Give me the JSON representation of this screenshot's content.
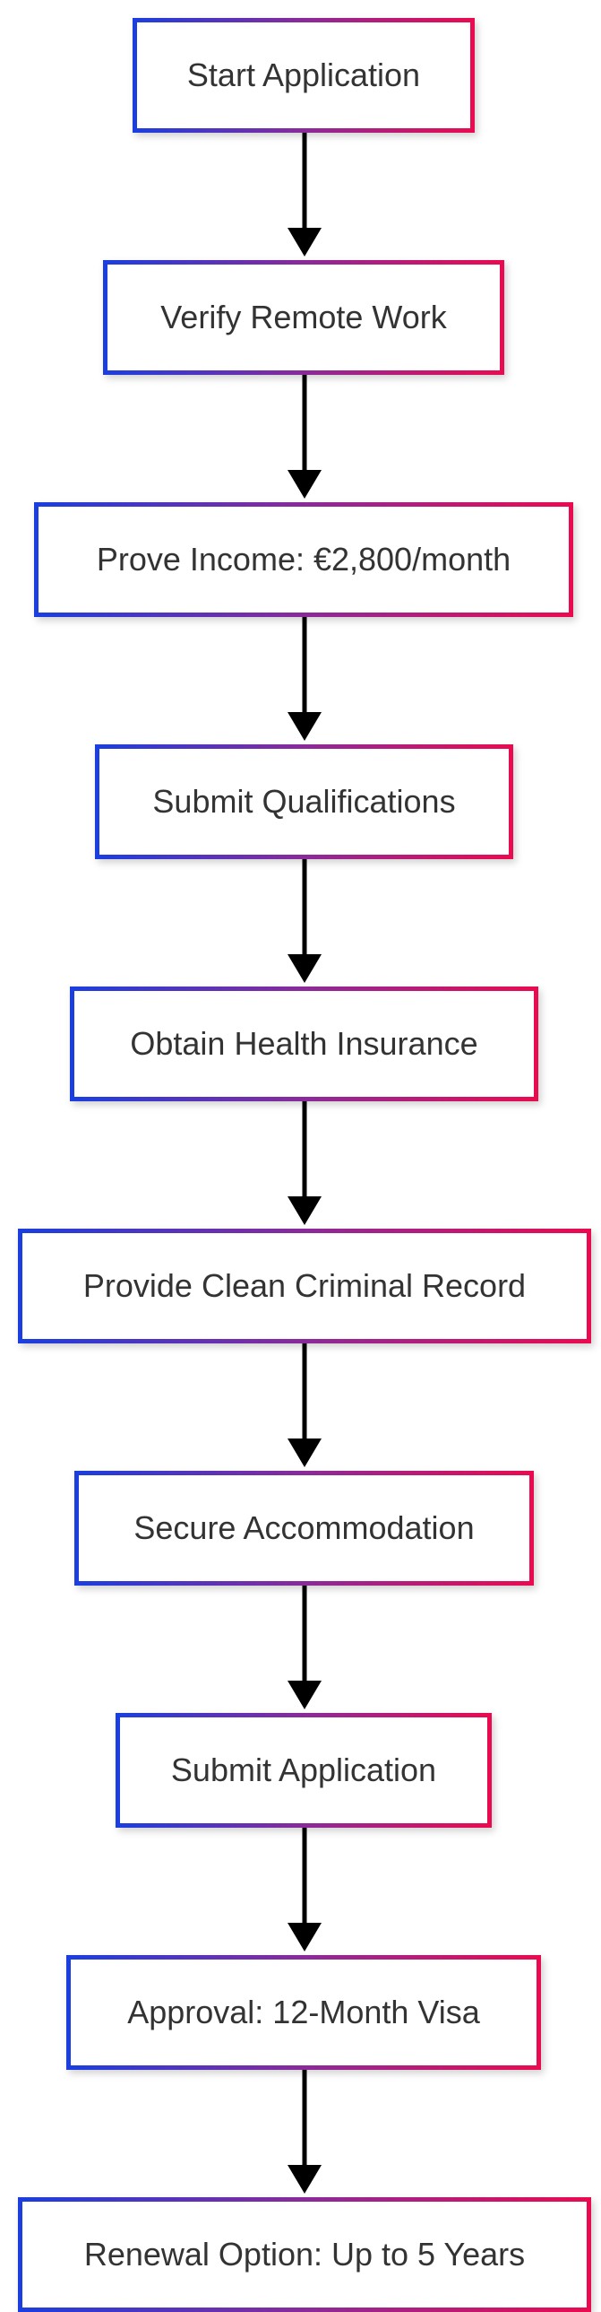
{
  "diagram": {
    "type": "flowchart",
    "direction": "top-to-bottom",
    "colors": {
      "border_gradient_start": "#1a3ee0",
      "border_gradient_mid": "#8a2a9a",
      "border_gradient_end": "#ea0a50",
      "arrow": "#000000",
      "text": "#333333",
      "background": "#ffffff"
    },
    "nodes": [
      {
        "id": "start",
        "label": "Start Application"
      },
      {
        "id": "verify",
        "label": "Verify Remote Work"
      },
      {
        "id": "income",
        "label": "Prove Income: €2,800/month"
      },
      {
        "id": "qualifications",
        "label": "Submit Qualifications"
      },
      {
        "id": "insurance",
        "label": "Obtain Health Insurance"
      },
      {
        "id": "criminal",
        "label": "Provide Clean Criminal Record"
      },
      {
        "id": "accommodation",
        "label": "Secure Accommodation"
      },
      {
        "id": "submit",
        "label": "Submit Application"
      },
      {
        "id": "approval",
        "label": "Approval: 12-Month Visa"
      },
      {
        "id": "renewal",
        "label": "Renewal Option: Up to 5 Years"
      }
    ],
    "edges": [
      {
        "from": "start",
        "to": "verify"
      },
      {
        "from": "verify",
        "to": "income"
      },
      {
        "from": "income",
        "to": "qualifications"
      },
      {
        "from": "qualifications",
        "to": "insurance"
      },
      {
        "from": "insurance",
        "to": "criminal"
      },
      {
        "from": "criminal",
        "to": "accommodation"
      },
      {
        "from": "accommodation",
        "to": "submit"
      },
      {
        "from": "submit",
        "to": "approval"
      },
      {
        "from": "approval",
        "to": "renewal"
      }
    ]
  }
}
